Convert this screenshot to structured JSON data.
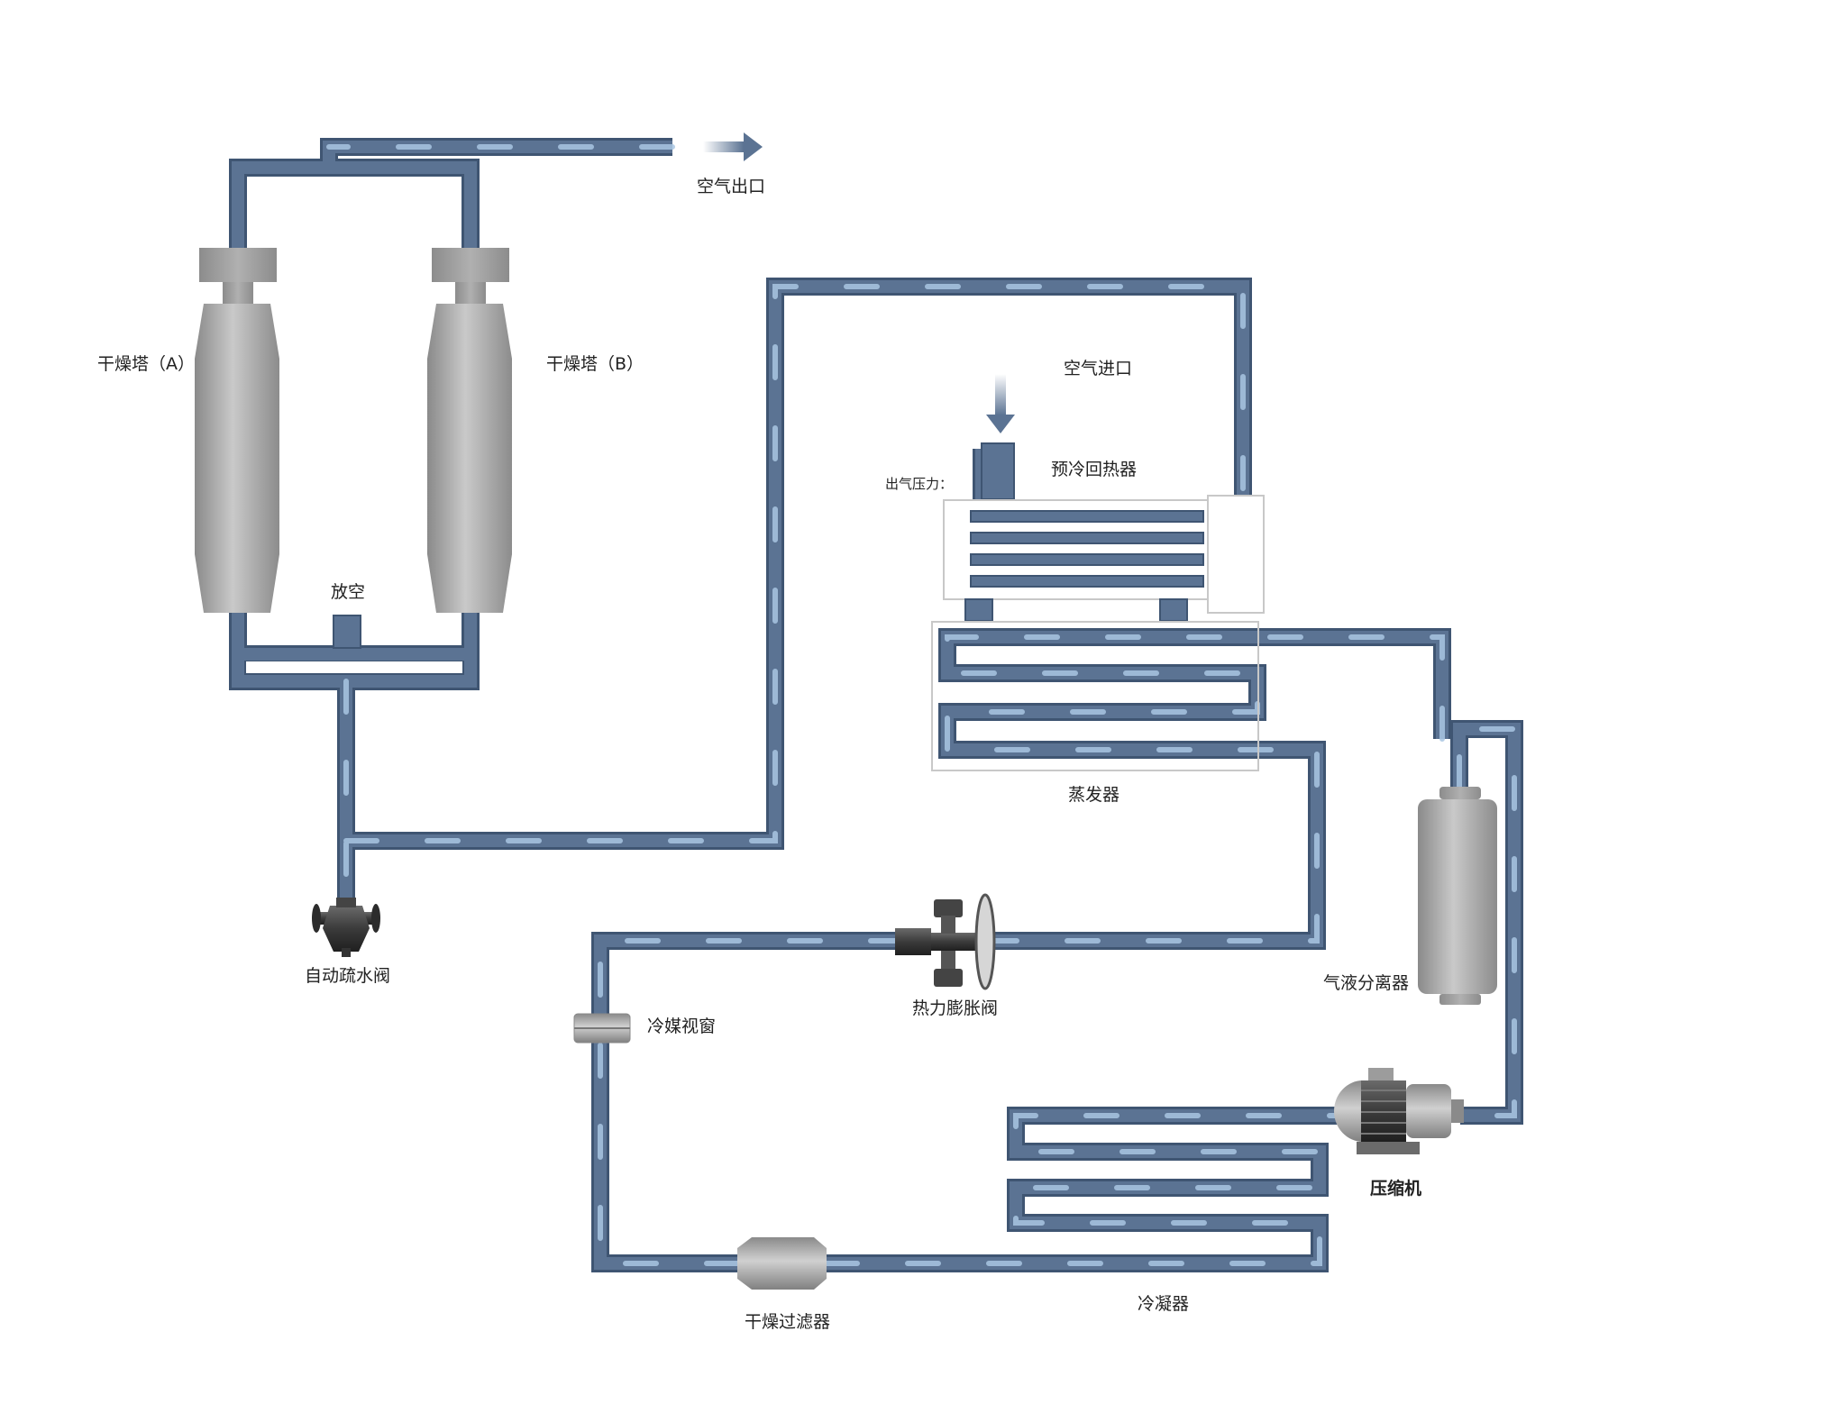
{
  "labels": {
    "air_outlet": "空气出口",
    "air_inlet": "空气进口",
    "tower_a": "干燥塔（A）",
    "tower_b": "干燥塔（B）",
    "vent": "放空",
    "drain_valve": "自动疏水阀",
    "outlet_pressure": "出气压力：",
    "precool_reheater": "预冷回热器",
    "evaporator": "蒸发器",
    "expansion_valve": "热力膨胀阀",
    "sight_glass": "冷媒视窗",
    "separator": "气液分离器",
    "compressor": "压缩机",
    "condenser": "冷凝器",
    "filter_dryer": "干燥过滤器"
  },
  "icons": {
    "tower_a": "drying-tower",
    "tower_b": "drying-tower",
    "drain_valve": "steam-trap-valve",
    "expansion_valve": "thermal-expansion-valve",
    "sight_glass": "sight-glass",
    "separator": "gas-liquid-separator",
    "compressor": "motor-compressor",
    "filter_dryer": "filter-drier",
    "air_outlet_arrow": "arrow-right",
    "air_inlet_arrow": "arrow-down"
  },
  "colors": {
    "pipe": "#5b7393",
    "pipe_border": "#3f5572",
    "pipe_highlight": "#a9c6e2",
    "vessel": "#b8b8b8",
    "heat_exchanger_outline": "#c8c8c8"
  }
}
